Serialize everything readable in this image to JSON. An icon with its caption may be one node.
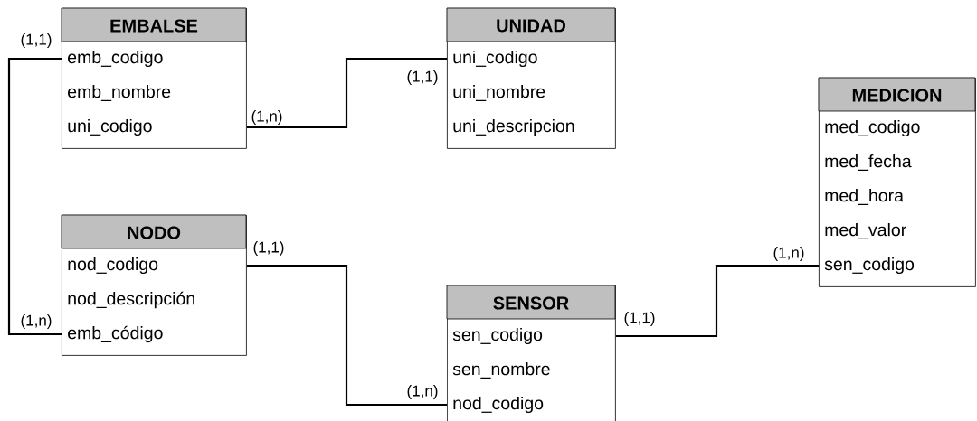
{
  "diagram": {
    "nodes": [
      {
        "text": [
          "EMBALSE",
          "emb_codigo",
          "emb_nombre",
          "uni_codigo"
        ]
      },
      {
        "text": [
          "UNIDAD",
          "uni_codigo",
          "uni_nombre",
          "uni_descripcion"
        ]
      },
      {
        "text": [
          "MEDICION",
          "med_codigo",
          "med_fecha",
          "med_hora",
          "med_valor",
          "sen_codigo"
        ]
      },
      {
        "text": [
          "NODO",
          "nod_codigo",
          "nod_descripción",
          "emb_código"
        ]
      },
      {
        "text": [
          "SENSOR",
          "sen_codigo",
          "sen_nombre",
          "nod_codigo"
        ]
      }
    ],
    "edges": [
      {
        "from": 0,
        "to": 1,
        "arrow": "none"
      },
      {
        "from": 0,
        "to": 3,
        "arrow": "none"
      },
      {
        "from": 3,
        "to": 4,
        "arrow": "none"
      },
      {
        "from": 4,
        "to": 2,
        "arrow": "none"
      }
    ],
    "labels": [
      "(1,1)",
      "(1,1)",
      "(1,n)",
      "(1,1)",
      "(1,n)",
      "(1,1)",
      "(1,n)",
      "(1,n)"
    ]
  }
}
